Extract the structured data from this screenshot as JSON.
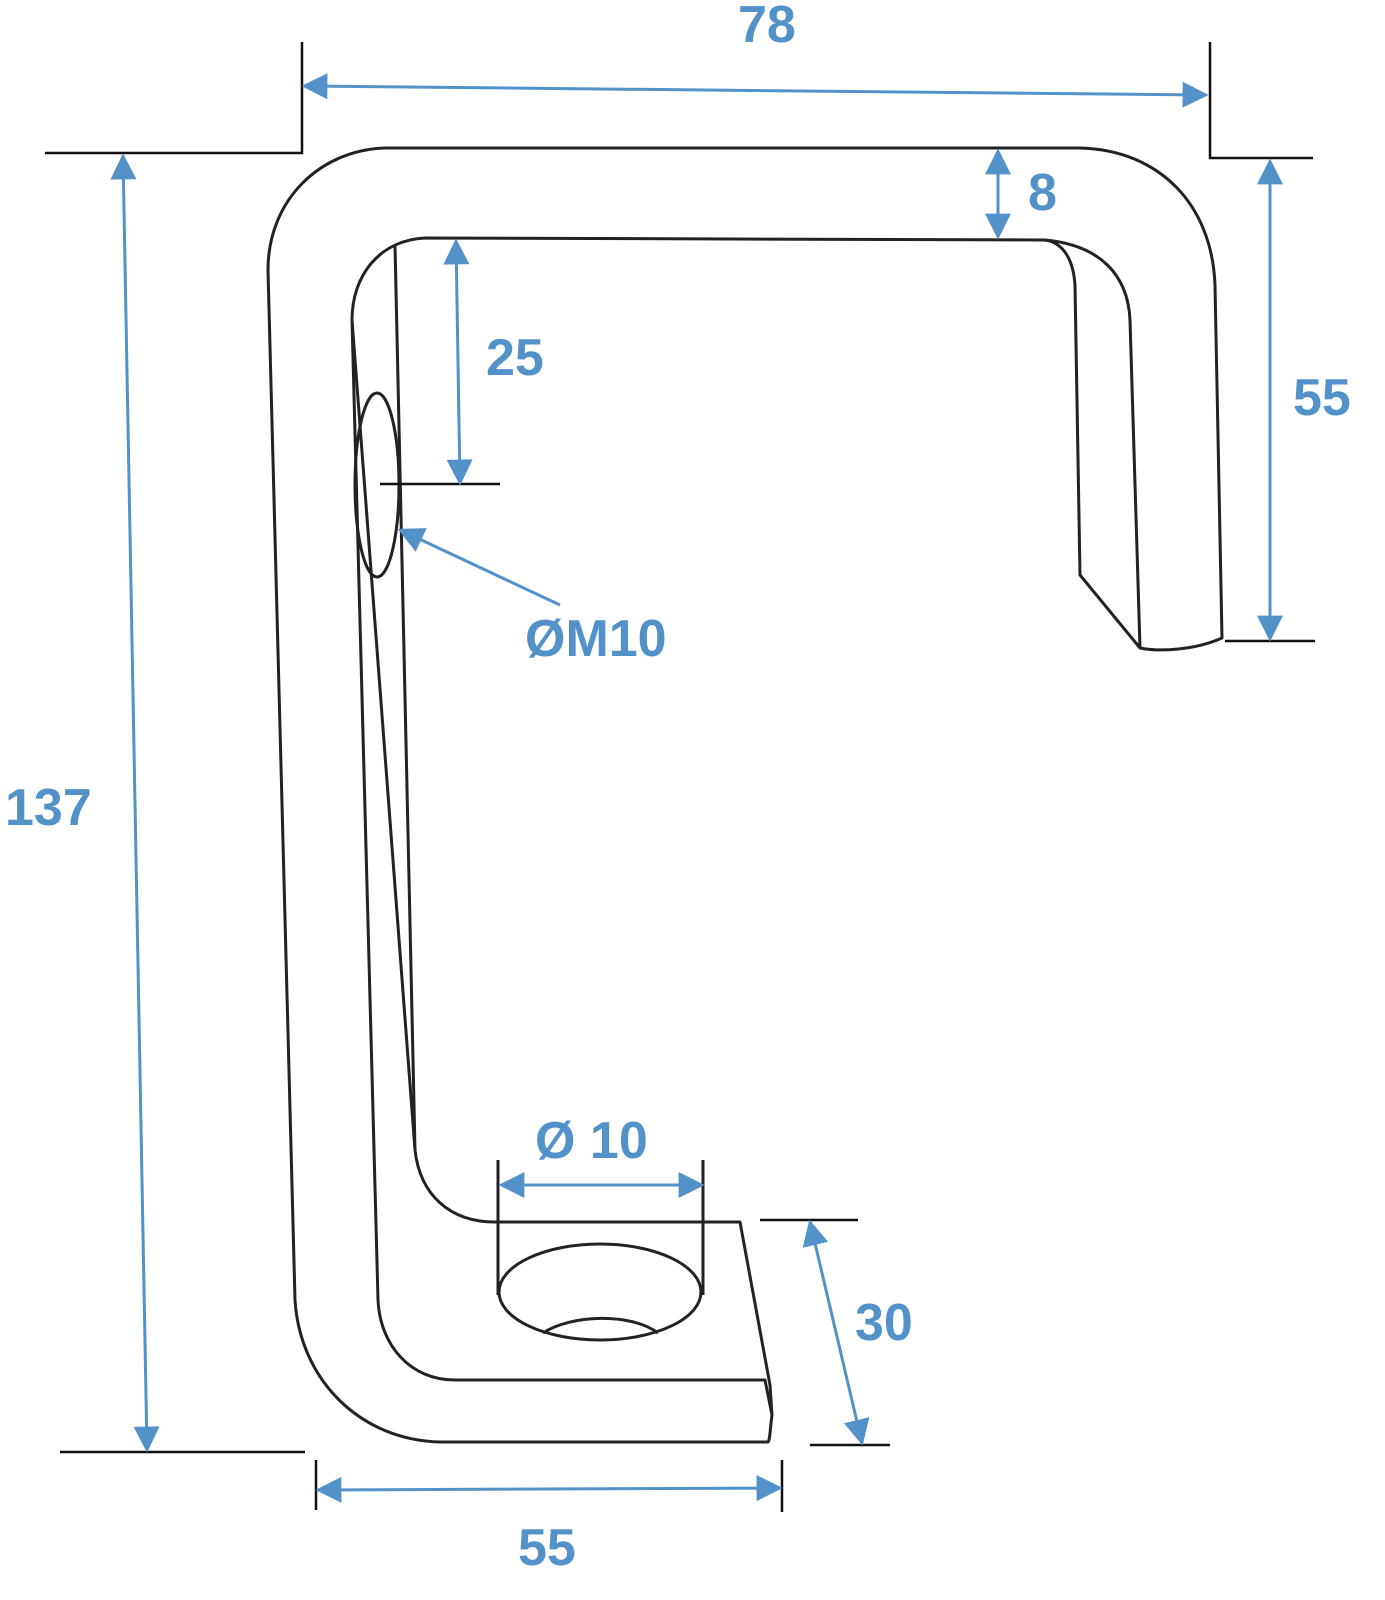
{
  "drawing": {
    "accent_color": "#5391c9",
    "dimensions": {
      "overall_width": "78",
      "overall_height": "137",
      "hook_depth": "55",
      "thickness": "8",
      "hole_offset": "25",
      "thread_hole": "ØM10",
      "base_hole": "Ø 10",
      "base_length": "30",
      "base_width": "55"
    }
  }
}
